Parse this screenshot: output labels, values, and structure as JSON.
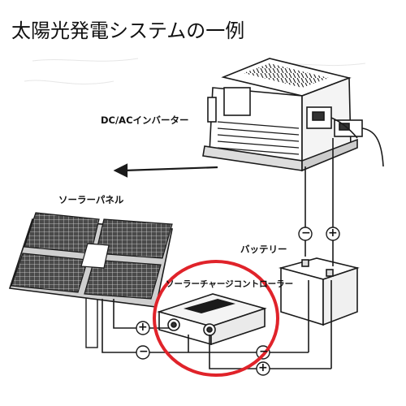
{
  "title": "太陽光発電システムの一例",
  "labels": {
    "inverter": "DC/ACインバーター",
    "panel": "ソーラーパネル",
    "battery": "バッテリー",
    "controller": "ソーラーチャージコントローラー"
  },
  "terminals": {
    "minus": "−",
    "plus": "+"
  },
  "colors": {
    "line": "#1a1a1a",
    "highlight_circle": "#e0232a",
    "background": "#ffffff"
  }
}
